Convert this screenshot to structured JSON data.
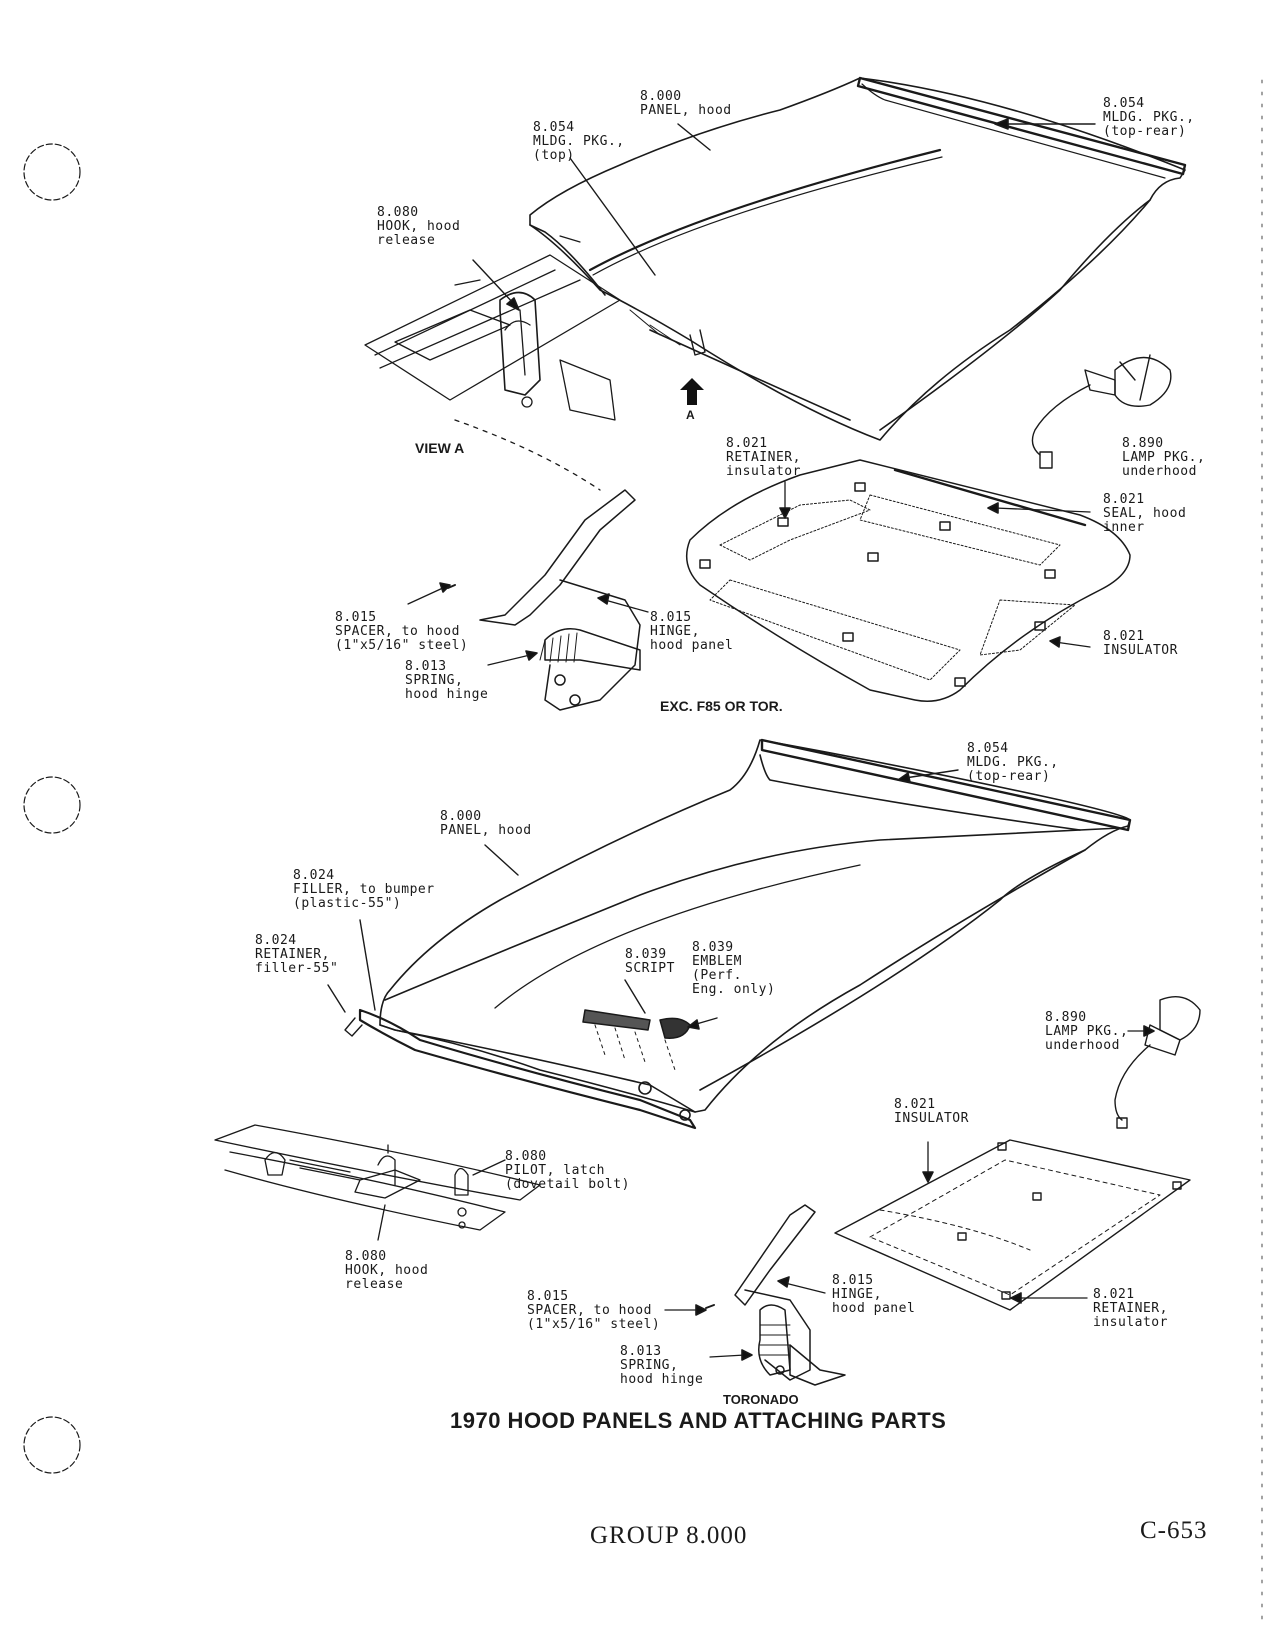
{
  "title": "1970 HOOD PANELS AND ATTACHING PARTS",
  "footer": {
    "group": "GROUP 8.000",
    "page": "C-653"
  },
  "view_a": {
    "caption": "VIEW A",
    "arrow_letter": "A"
  },
  "sections": {
    "upper_caption": "EXC. F85 OR TOR.",
    "lower_caption": "TORONADO"
  },
  "callouts": {
    "u_panel": [
      "8.000",
      "PANEL, hood"
    ],
    "u_mldg_top": [
      "8.054",
      "MLDG. PKG.,",
      "(top)"
    ],
    "u_mldg_toprear": [
      "8.054",
      "MLDG. PKG.,",
      "(top-rear)"
    ],
    "u_hook": [
      "8.080",
      "HOOK, hood",
      "release"
    ],
    "u_retainer": [
      "8.021",
      "RETAINER,",
      "insulator"
    ],
    "u_lamp": [
      "8.890",
      "LAMP PKG.,",
      "underhood"
    ],
    "u_seal": [
      "8.021",
      "SEAL, hood",
      "inner"
    ],
    "u_spacer": [
      "8.015",
      "SPACER, to hood",
      "(1\"x5/16\" steel)"
    ],
    "u_hinge": [
      "8.015",
      "HINGE,",
      "hood panel"
    ],
    "u_spring": [
      "8.013",
      "SPRING,",
      "hood hinge"
    ],
    "u_insulator": [
      "8.021",
      "INSULATOR"
    ],
    "l_mldg_toprear": [
      "8.054",
      "MLDG. PKG.,",
      "(top-rear)"
    ],
    "l_panel": [
      "8.000",
      "PANEL, hood"
    ],
    "l_filler": [
      "8.024",
      "FILLER, to bumper",
      "(plastic-55\")"
    ],
    "l_retainer_filler": [
      "8.024",
      "RETAINER,",
      "filler-55\""
    ],
    "l_script": [
      "8.039",
      "SCRIPT"
    ],
    "l_emblem": [
      "8.039",
      "EMBLEM",
      "(Perf.",
      "Eng. only)"
    ],
    "l_lamp": [
      "8.890",
      "LAMP PKG.,",
      "underhood"
    ],
    "l_insulator": [
      "8.021",
      "INSULATOR"
    ],
    "l_pilot": [
      "8.080",
      "PILOT, latch",
      "(dovetail bolt)"
    ],
    "l_hook": [
      "8.080",
      "HOOK, hood",
      "release"
    ],
    "l_hinge": [
      "8.015",
      "HINGE,",
      "hood panel"
    ],
    "l_spacer": [
      "8.015",
      "SPACER, to hood",
      "(1\"x5/16\" steel)"
    ],
    "l_spring": [
      "8.013",
      "SPRING,",
      "hood hinge"
    ],
    "l_retainer": [
      "8.021",
      "RETAINER,",
      "insulator"
    ]
  }
}
